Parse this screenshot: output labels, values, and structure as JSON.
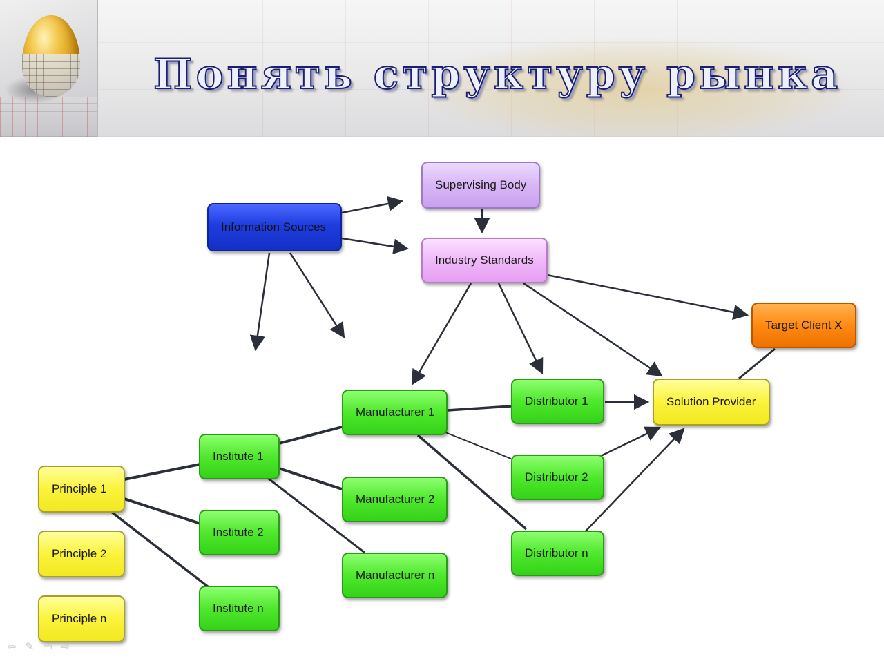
{
  "header": {
    "title": "Понять структуру рынка"
  },
  "diagram": {
    "nodes": {
      "information_sources": "Information Sources",
      "supervising_body": "Supervising Body",
      "industry_standards": "Industry Standards",
      "target_client": "Target Client X",
      "solution_provider": "Solution Provider",
      "manufacturer_1": "Manufacturer 1",
      "manufacturer_2": "Manufacturer 2",
      "manufacturer_n": "Manufacturer n",
      "distributor_1": "Distributor 1",
      "distributor_2": "Distributor 2",
      "distributor_n": "Distributor n",
      "institute_1": "Institute 1",
      "institute_2": "Institute 2",
      "institute_n": "Institute n",
      "principle_1": "Principle 1",
      "principle_2": "Principle 2",
      "principle_n": "Principle n"
    }
  },
  "colors": {
    "information_sources": "#1f3ddf",
    "supervising_body": "#d8b6f6",
    "industry_standards": "#efb9f8",
    "target_client": "#ff8a12",
    "solution_provider": "#fbf33c",
    "green_nodes": "#4fe82c",
    "principle_nodes": "#fbf33c",
    "edges": "#2a2f3a"
  },
  "nav_icons": [
    "prev-slide-icon",
    "pen-icon",
    "slide-menu-icon",
    "next-slide-icon"
  ]
}
